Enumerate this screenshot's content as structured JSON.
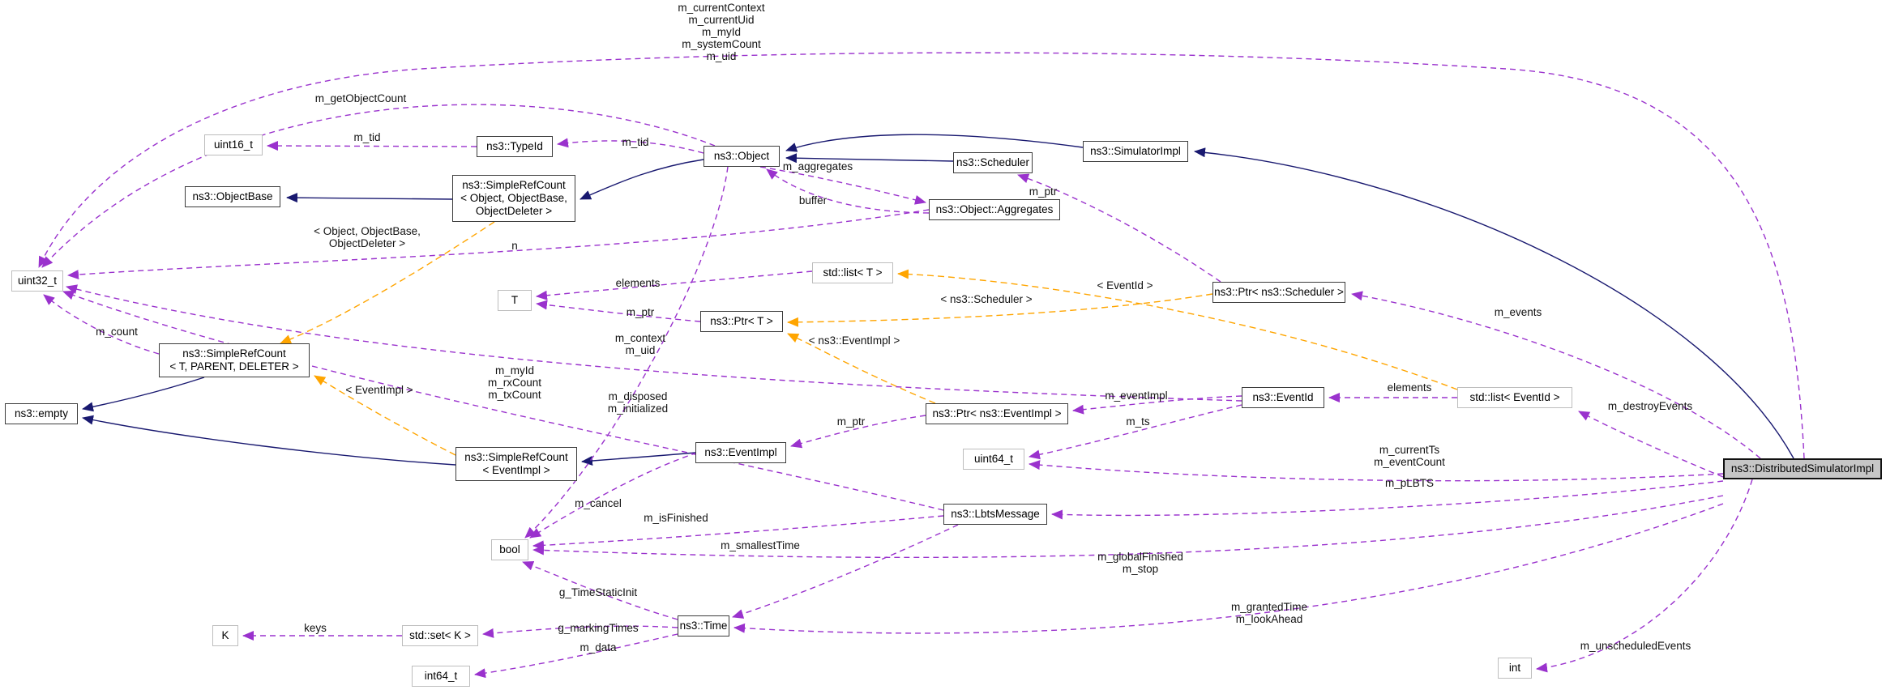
{
  "diagram": {
    "kind": "doxygen-collaboration-graph",
    "colors": {
      "inheritance": "#191970",
      "member": "#9a32cd",
      "template": "#ffa500",
      "node_border": "#3c3c3c",
      "external_border": "#bdbdbd",
      "current_fill": "#c6c6c6",
      "background": "#ffffff"
    },
    "nodes": [
      {
        "id": "uint16_t",
        "label": "uint16_t",
        "kind": "external"
      },
      {
        "id": "typeid",
        "label": "ns3::TypeId",
        "kind": "class"
      },
      {
        "id": "object",
        "label": "ns3::Object",
        "kind": "class"
      },
      {
        "id": "scheduler",
        "label": "ns3::Scheduler",
        "kind": "class"
      },
      {
        "id": "simulatorimpl",
        "label": "ns3::SimulatorImpl",
        "kind": "class"
      },
      {
        "id": "aggregates",
        "label": "ns3::Object::Aggregates",
        "kind": "class"
      },
      {
        "id": "objectbase",
        "label": "ns3::ObjectBase",
        "kind": "class"
      },
      {
        "id": "src_object",
        "label": "ns3::SimpleRefCount\n< Object, ObjectBase,\nObjectDeleter >",
        "kind": "class"
      },
      {
        "id": "uint32_t",
        "label": "uint32_t",
        "kind": "external"
      },
      {
        "id": "src_tpd",
        "label": "ns3::SimpleRefCount\n< T, PARENT, DELETER >",
        "kind": "class"
      },
      {
        "id": "empty",
        "label": "ns3::empty",
        "kind": "class"
      },
      {
        "id": "T",
        "label": "T",
        "kind": "external"
      },
      {
        "id": "list_t",
        "label": "std::list< T >",
        "kind": "external"
      },
      {
        "id": "ptr_t",
        "label": "ns3::Ptr< T >",
        "kind": "class"
      },
      {
        "id": "ptr_scheduler",
        "label": "ns3::Ptr< ns3::Scheduler >",
        "kind": "class"
      },
      {
        "id": "ptr_eventimpl",
        "label": "ns3::Ptr< ns3::EventImpl >",
        "kind": "class"
      },
      {
        "id": "eventid",
        "label": "ns3::EventId",
        "kind": "class"
      },
      {
        "id": "list_eventid",
        "label": "std::list< EventId >",
        "kind": "external"
      },
      {
        "id": "uint64_t",
        "label": "uint64_t",
        "kind": "external"
      },
      {
        "id": "eventimpl",
        "label": "ns3::EventImpl",
        "kind": "class"
      },
      {
        "id": "src_eventimpl",
        "label": "ns3::SimpleRefCount\n< EventImpl >",
        "kind": "class"
      },
      {
        "id": "bool",
        "label": "bool",
        "kind": "external"
      },
      {
        "id": "lbtsmessage",
        "label": "ns3::LbtsMessage",
        "kind": "class"
      },
      {
        "id": "time",
        "label": "ns3::Time",
        "kind": "class"
      },
      {
        "id": "K",
        "label": "K",
        "kind": "external"
      },
      {
        "id": "set_k",
        "label": "std::set< K >",
        "kind": "external"
      },
      {
        "id": "int64_t",
        "label": "int64_t",
        "kind": "external"
      },
      {
        "id": "int",
        "label": "int",
        "kind": "external"
      },
      {
        "id": "main",
        "label": "ns3::DistributedSimulatorImpl",
        "kind": "current"
      }
    ],
    "edge_labels": [
      {
        "id": "lab_top",
        "text": "m_currentContext\nm_currentUid\nm_myId\nm_systemCount\nm_uid"
      },
      {
        "id": "lab_getobjectcount",
        "text": "m_getObjectCount"
      },
      {
        "id": "lab_tid1",
        "text": "m_tid"
      },
      {
        "id": "lab_tid2",
        "text": "m_tid"
      },
      {
        "id": "lab_aggregates",
        "text": "m_aggregates"
      },
      {
        "id": "lab_buffer",
        "text": "buffer"
      },
      {
        "id": "lab_mptr_sched",
        "text": "m_ptr"
      },
      {
        "id": "lab_tmpl_obj",
        "text": "< Object, ObjectBase,\nObjectDeleter >"
      },
      {
        "id": "lab_n",
        "text": "n"
      },
      {
        "id": "lab_elements_t",
        "text": "elements"
      },
      {
        "id": "lab_mptr_t",
        "text": "m_ptr"
      },
      {
        "id": "lab_context_uid",
        "text": "m_context\nm_uid"
      },
      {
        "id": "lab_tmpl_sched",
        "text": "< ns3::Scheduler >"
      },
      {
        "id": "lab_tmpl_eventid",
        "text": "< EventId >"
      },
      {
        "id": "lab_tmpl_eventimpl",
        "text": "< ns3::EventImpl >"
      },
      {
        "id": "lab_count",
        "text": "m_count"
      },
      {
        "id": "lab_tmpl_evimpl2",
        "text": "< EventImpl >"
      },
      {
        "id": "lab_myid3",
        "text": "m_myId\nm_rxCount\nm_txCount"
      },
      {
        "id": "lab_disposed",
        "text": "m_disposed\nm_initialized"
      },
      {
        "id": "lab_eventimpl_m",
        "text": "m_eventImpl"
      },
      {
        "id": "lab_ts",
        "text": "m_ts"
      },
      {
        "id": "lab_elements_eid",
        "text": "elements"
      },
      {
        "id": "lab_events",
        "text": "m_events"
      },
      {
        "id": "lab_destroy",
        "text": "m_destroyEvents"
      },
      {
        "id": "lab_currentts",
        "text": "m_currentTs\nm_eventCount"
      },
      {
        "id": "lab_plbts",
        "text": "m_pLBTS"
      },
      {
        "id": "lab_mptr_evimpl",
        "text": "m_ptr"
      },
      {
        "id": "lab_cancel",
        "text": "m_cancel"
      },
      {
        "id": "lab_isfinished",
        "text": "m_isFinished"
      },
      {
        "id": "lab_smallest",
        "text": "m_smallestTime"
      },
      {
        "id": "lab_global",
        "text": "m_globalFinished\nm_stop"
      },
      {
        "id": "lab_timestatic",
        "text": "g_TimeStaticInit"
      },
      {
        "id": "lab_keys",
        "text": "keys"
      },
      {
        "id": "lab_marking",
        "text": "g_markingTimes"
      },
      {
        "id": "lab_mdata",
        "text": "m_data"
      },
      {
        "id": "lab_granted",
        "text": "m_grantedTime\nm_lookAhead"
      },
      {
        "id": "lab_unsched",
        "text": "m_unscheduledEvents"
      }
    ]
  }
}
